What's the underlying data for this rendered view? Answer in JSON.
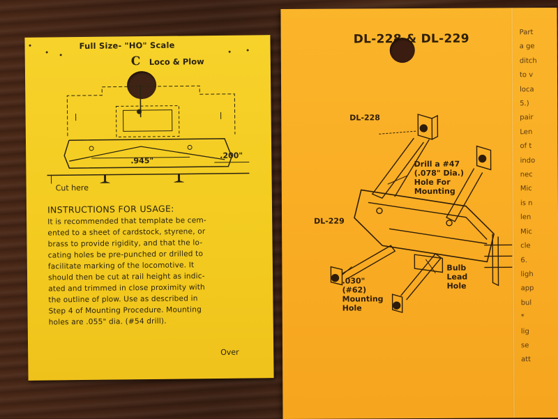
{
  "left_card": {
    "size_title": "Full Size- \"HO\" Scale",
    "logo_mark": "C",
    "logo_text": "Loco & Plow",
    "dim_945": ".945\"",
    "dim_200": ".200\"",
    "cut_label": "Cut here",
    "instructions_heading": "INSTRUCTIONS FOR USAGE:",
    "instructions_lines": [
      "It is recommended that template be cem-",
      "ented to a sheet of cardstock, styrene, or",
      "brass to provide rigidity, and that the lo-",
      "cating holes be pre-punched or drilled to",
      "facilitate marking of the locomotive.  It",
      "should then be cut at rail height as indic-",
      "ated and trimmed in close proximity with",
      "the outline of plow.  Use as described in",
      "Step 4 of Mounting Procedure.  Mounting",
      "holes are .055\" dia. (#54 drill)."
    ],
    "over_label": "Over"
  },
  "right_card": {
    "title": "DL-228 & DL-229",
    "label_228": "DL-228",
    "drill_lines": [
      "Drill a #47",
      "(.078\" Dia.)",
      "Hole For",
      "Mounting"
    ],
    "label_229": "DL-229",
    "bulb_lines": [
      "Bulb",
      "Lead",
      "Hole"
    ],
    "mount_lines": [
      ".030\"",
      "(#62)",
      "Mounting",
      "Hole"
    ],
    "side_column": [
      "Part",
      "a ge",
      "ditch",
      "to v",
      "loca",
      "5.)",
      "pair",
      "Len",
      "of t",
      "indo",
      "nec",
      "Mic",
      "is n",
      "len",
      "Mic",
      "cle",
      "6.",
      "ligh",
      "app",
      "bul",
      "*",
      "lig",
      "se",
      "att"
    ]
  }
}
